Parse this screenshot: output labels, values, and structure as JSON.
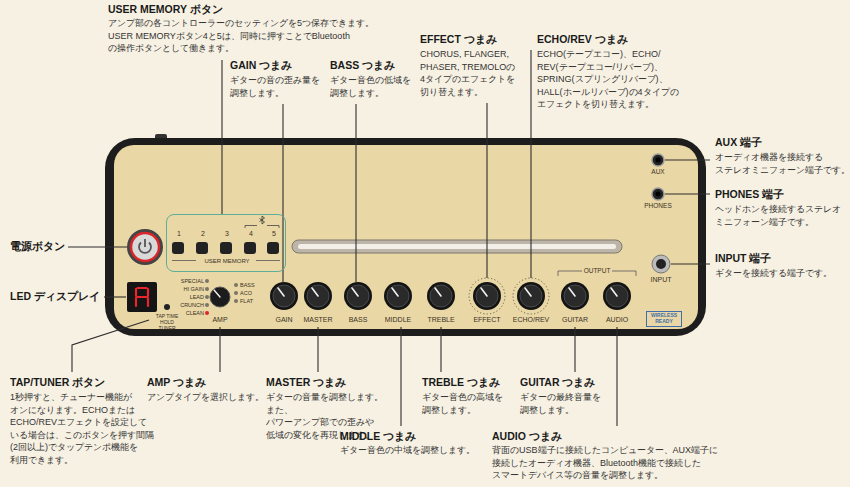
{
  "diagram": {
    "nodes": [
      {
        "text": [
          "AUX",
          "PHONES",
          "INPUT",
          "OUTPUT",
          "SPECIAL",
          "HI GAIN",
          "LEAD",
          "CRUNCH",
          "CLEAN",
          "BASS",
          "ACO",
          "FLAT",
          "TAP TIME HOLD TUNER",
          "AMP",
          "GAIN",
          "MASTER",
          "BASS",
          "MIDDLE",
          "TREBLE",
          "EFFECT",
          "ECHO/REV",
          "GUITAR",
          "AUDIO"
        ]
      },
      {
        "text": [
          "1",
          "2",
          "3",
          "4",
          "5",
          "USER MEMORY"
        ],
        "in": 0
      },
      {
        "text": [
          "WIRELESS READY"
        ],
        "in": 0
      }
    ],
    "labels": [
      "USER MEMORY ボタン",
      "アンプ部の各コントローラーのセッティングを5つ保存できます。 USER MEMORYボタン4と5は、同時に押すことでBluetooth の操作ボタンとして働きます。",
      "GAIN つまみ",
      "ギターの音の歪み量を 調整します。",
      "BASS つまみ",
      "ギター音色の低域を 調整します。",
      "EFFECT つまみ",
      "CHORUS, FLANGER, PHASER, TREMOLOの 4タイプのエフェクトを 切り替えます。",
      "ECHO/REV つまみ",
      "ECHO(テープエコー)、ECHO/ REV(テープエコー/リバーブ)、 SPRING(スプリングリバーブ)、 HALL(ホールリバーブ)の4タイプの エフェクトを切り替えます。",
      "AUX 端子",
      "オーディオ機器を接続する ステレオミニフォーン端子です。",
      "PHONES 端子",
      "ヘッドホンを接続するステレオ ミニフォーン端子です。",
      "電源ボタン",
      "INPUT 端子",
      "ギターを接続する端子です。",
      "LED ディスプレイ",
      "TAP/TUNER ボタン",
      "1秒押すと、チューナー機能が オンになります。ECHOまたは ECHO/REVエフェクトを設定して いる場合は、このボタンを押す間隔 (2回以上)でタップテンポ機能を 利用できます。",
      "AMP つまみ",
      "アンプタイプを選択します。",
      "MASTER つまみ",
      "ギターの音量を調整します。 また、パワーアンプ部での歪みや 低域の変化を再現します。",
      "TREBLE つまみ",
      "ギター音色の高域を 調整します。",
      "GUITAR つまみ",
      "ギターの最終音量を 調整します。",
      "MIDDLE つまみ",
      "ギター音色の中域を調整します。",
      "AUDIO つまみ",
      "背面のUSB端子に接続したコンピューター、AUX端子に 接続したオーディオ機器、Bluetooth機能で接続した スマートデバイス等の音量を調整します。"
    ]
  }
}
